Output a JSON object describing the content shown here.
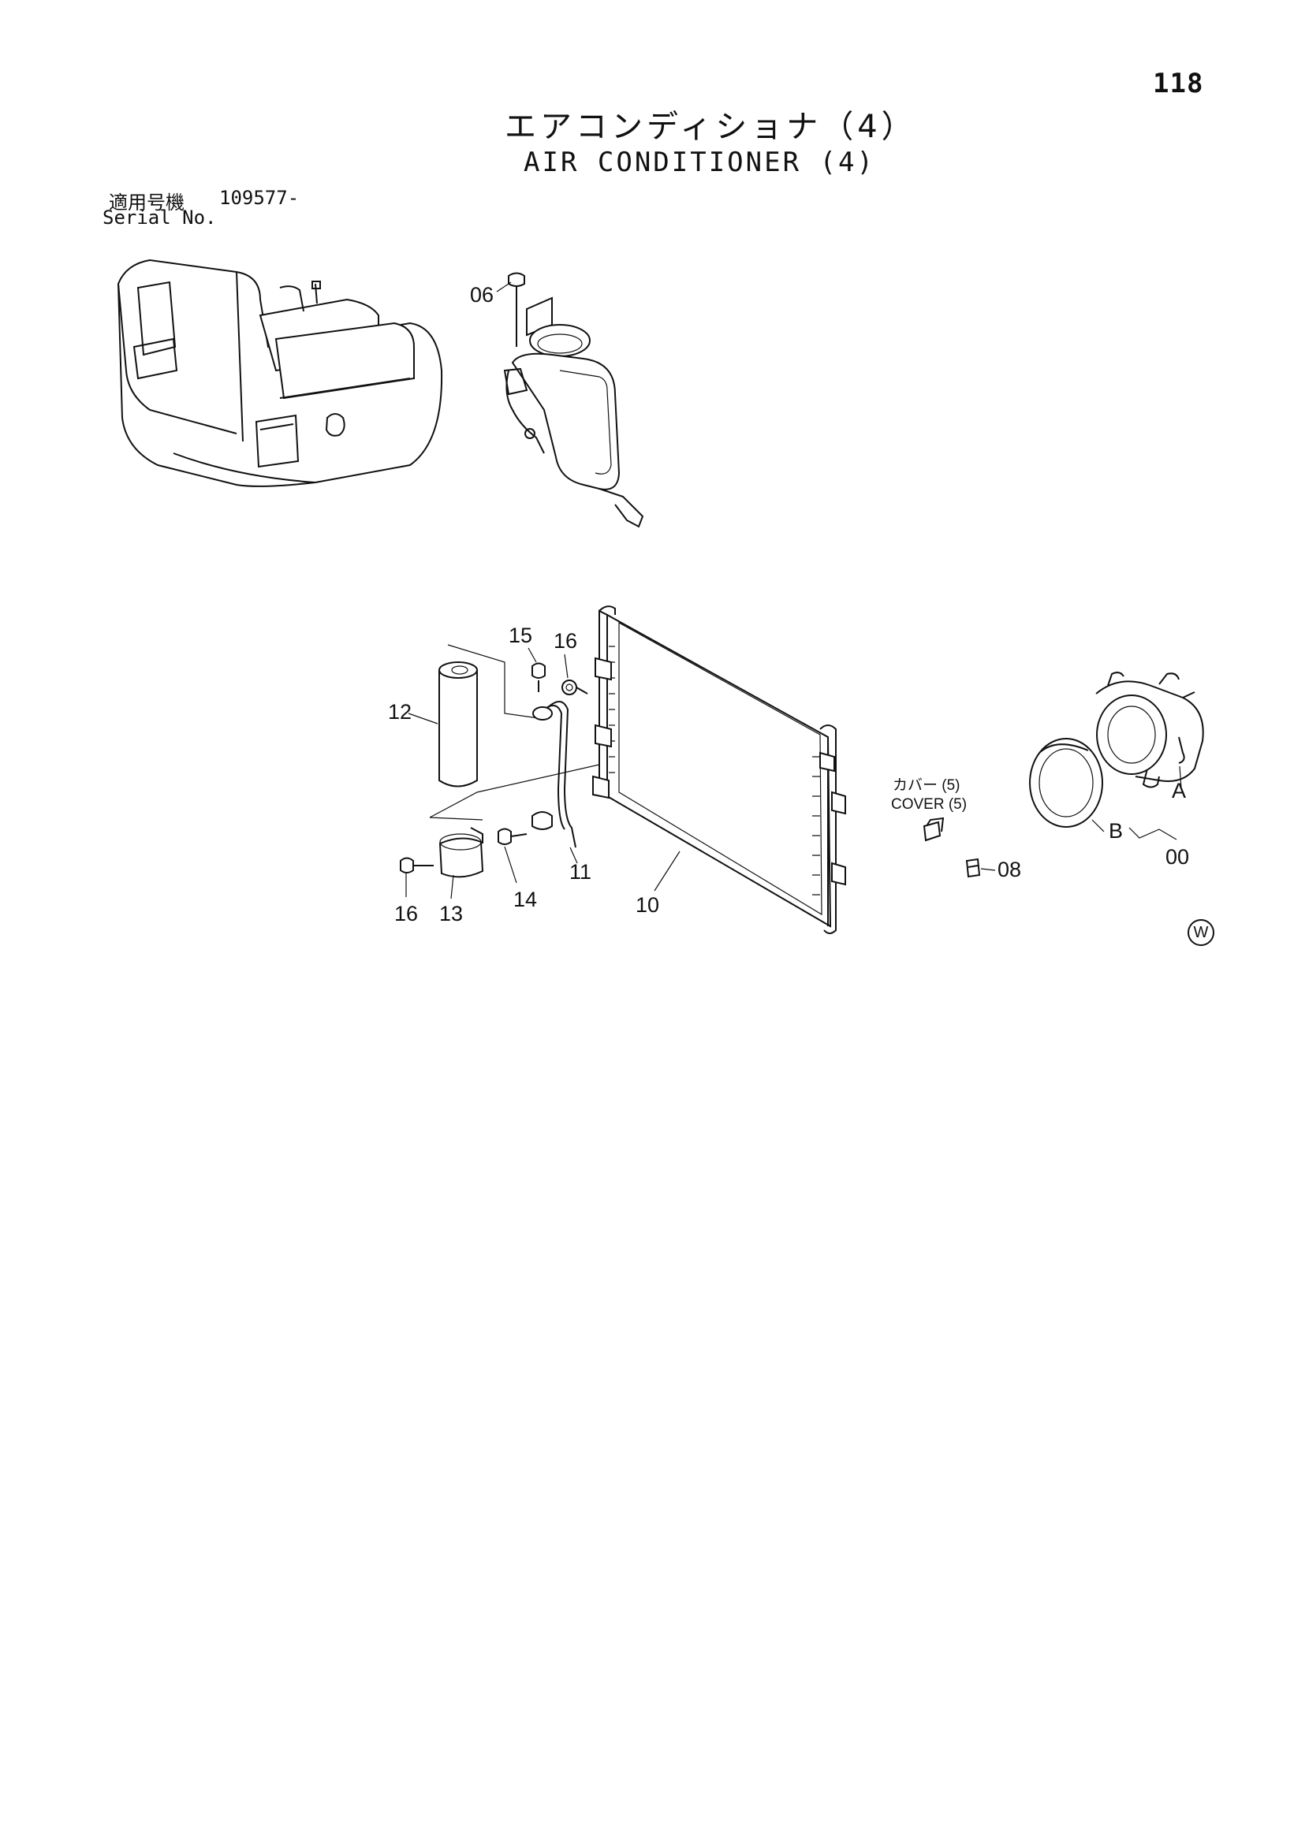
{
  "page": {
    "number": "118"
  },
  "title": {
    "ja": "エアコンディショナ（4）",
    "en": "AIR CONDITIONER (4)"
  },
  "serial": {
    "label_ja": "適用号機",
    "value": "109577-",
    "label_en": "Serial No."
  },
  "callouts": {
    "c06": "06",
    "c15": "15",
    "c16a": "16",
    "c12": "12",
    "c11": "11",
    "c14": "14",
    "c16b": "16",
    "c13": "13",
    "c10": "10",
    "c08": "08",
    "cA": "A",
    "cB": "B",
    "c00": "00"
  },
  "cover": {
    "ja": "カバー (5)",
    "en": "COVER (5)"
  },
  "watermark": "W"
}
